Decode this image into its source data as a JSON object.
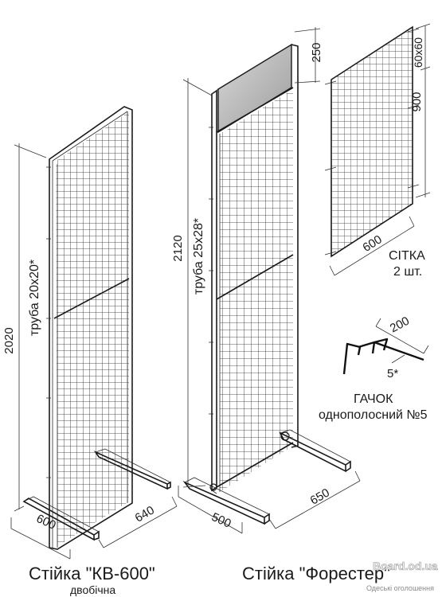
{
  "stand_kv600": {
    "height": "2020",
    "tube": "труба 20х20*",
    "width": "600",
    "depth": "640",
    "title": "Стійка \"КВ-600\"",
    "subtitle": "двобічна"
  },
  "stand_forester": {
    "height": "2120",
    "tube": "труба 25х28*",
    "banner_height": "250",
    "width": "500",
    "depth": "650",
    "title": "Стійка \"Форестер\""
  },
  "grid": {
    "height": "900",
    "cell": "60х60",
    "width": "600",
    "label_line1": "СІТКА",
    "label_line2": "2 шт."
  },
  "hook": {
    "length": "200",
    "wire": "5*",
    "label_line1": "ГАЧОК",
    "label_line2": "однополосний №5"
  },
  "watermark": {
    "main": "Board.od.ua",
    "sub": "Одеські оголошення"
  }
}
